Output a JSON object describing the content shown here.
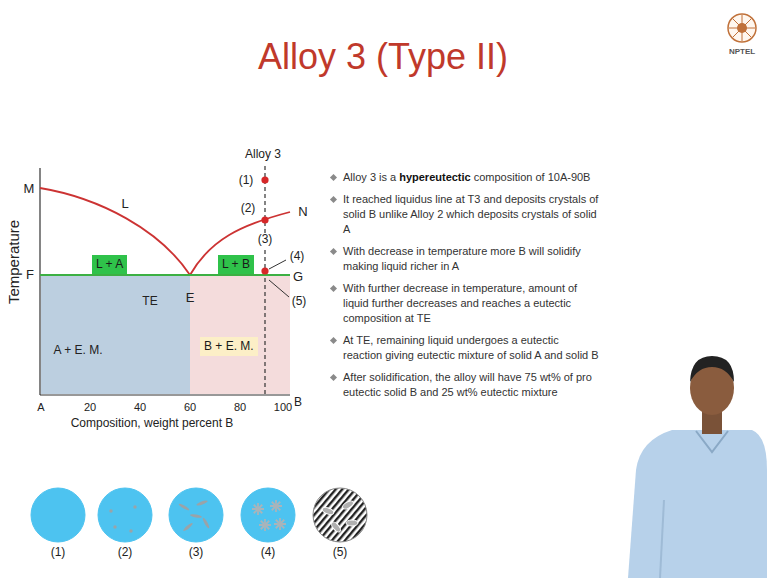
{
  "diagram": {
    "title": "Alloy 3 (Type II)",
    "nodes": [
      {
        "text": [
          "L + A"
        ]
      },
      {
        "text": [
          "L + B"
        ]
      },
      {
        "text": [
          "TE",
          "A + E. M."
        ]
      },
      {
        "text": [
          "B + E. M."
        ]
      },
      {
        "text": [
          "(1)"
        ]
      },
      {
        "text": [
          "(2)"
        ]
      },
      {
        "text": [
          "(3)"
        ]
      },
      {
        "text": [
          "(4)"
        ]
      },
      {
        "text": [
          "(5)"
        ]
      }
    ],
    "labels": [
      "NPTEL",
      "Alloy 3",
      "(1)",
      "(2)",
      "(3)",
      "(4)",
      "(5)",
      "M",
      "L",
      "N",
      "F",
      "E",
      "G",
      "Temperature",
      "A",
      "20",
      "40",
      "60",
      "80",
      "100",
      "B",
      "Composition, weight percent B",
      "Alloy 3 is a",
      "hypereutectic",
      "composition of 10A-90B",
      "It reached liquidus line at T3 and deposits crystals of solid B unlike Alloy 2 which deposits crystals of solid A",
      "With decrease in temperature more B will solidify making liquid richer in A",
      "With further decrease in temperature, amount of liquid further decreases and reaches a eutectic composition at TE",
      "At TE, remaining liquid undergoes a eutectic reaction giving eutectic mixture of solid A and solid B",
      "After solidification, the alloy will have 75 wt% of pro eutectic solid B and 25 wt% eutectic mixture"
    ]
  }
}
